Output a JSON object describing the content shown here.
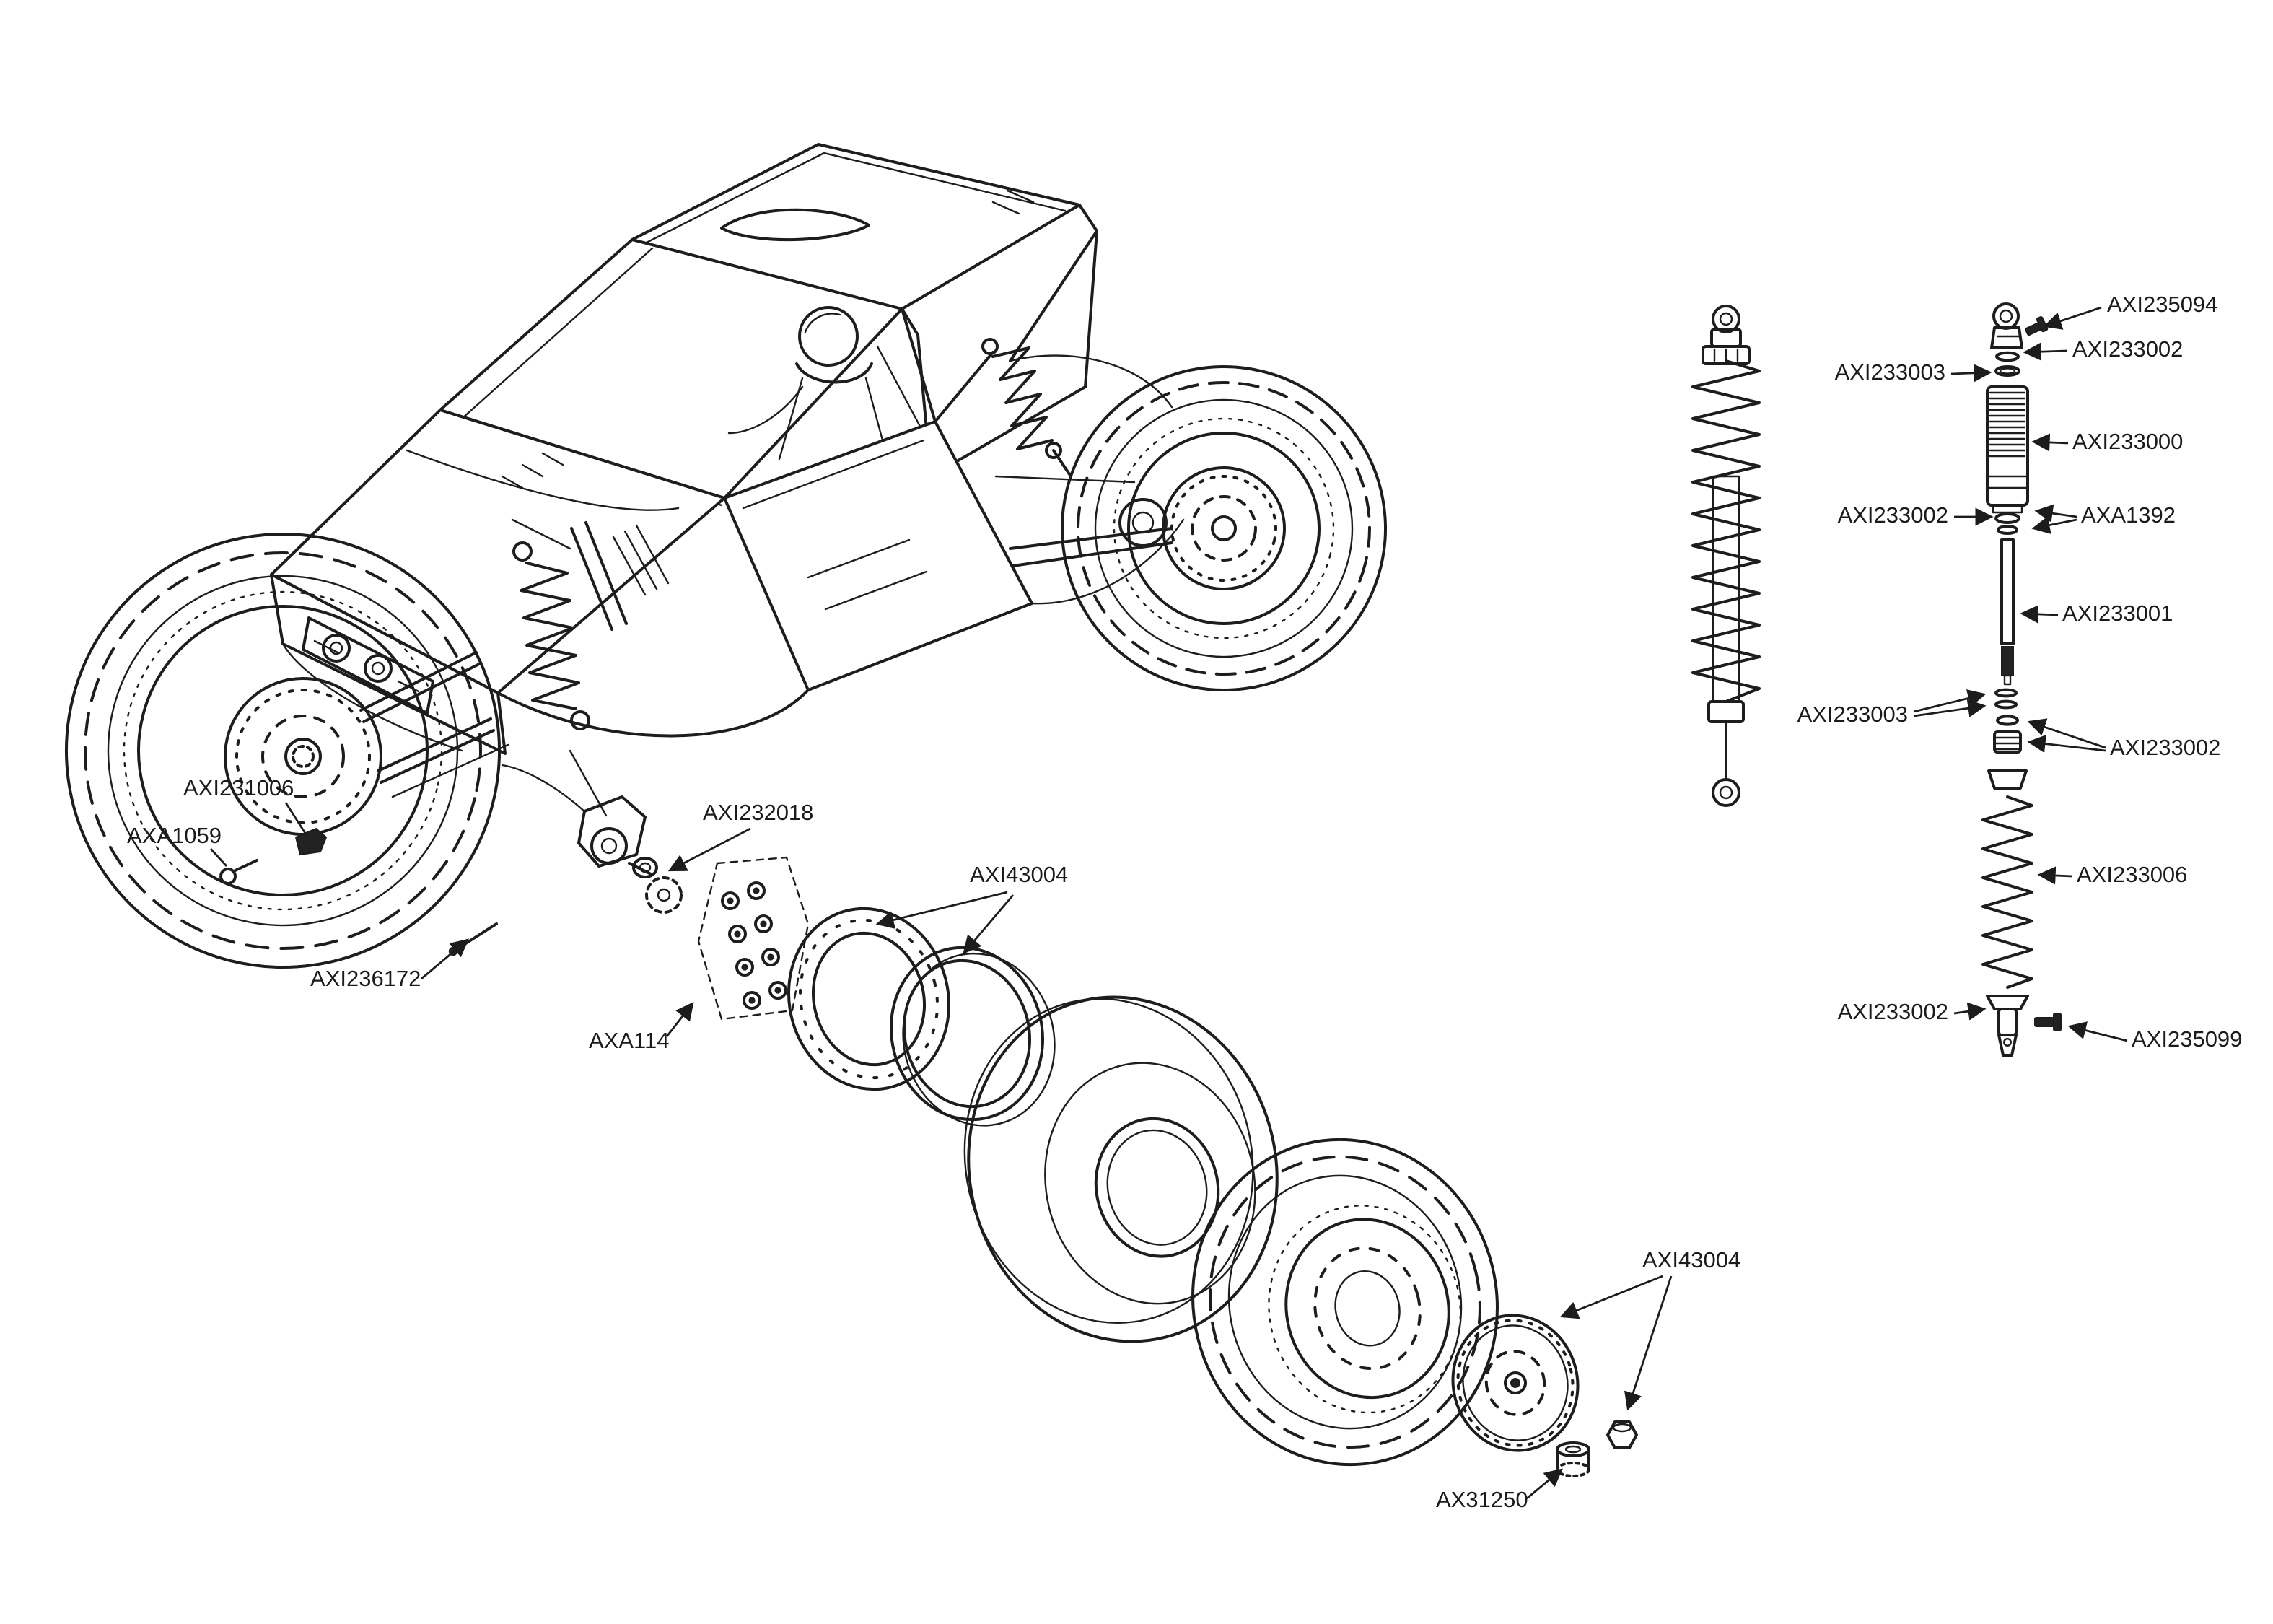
{
  "diagram": {
    "kind": "exploded-parts-diagram",
    "subject": "RC rock racer buggy with exploded wheel assembly and shock absorber assembly",
    "line_color": "#1d1d1d",
    "background": "#ffffff",
    "callouts": {
      "axi231006": "AXI231006",
      "axa1059": "AXA1059",
      "axi236172": "AXI236172",
      "axi232018": "AXI232018",
      "axa114": "AXA114",
      "axi43004_front": "AXI43004",
      "axi43004_rear": "AXI43004",
      "ax31250": "AX31250",
      "axi235094": "AXI235094",
      "axi233002_cap": "AXI233002",
      "axi233003_cap": "AXI233003",
      "axi233000": "AXI233000",
      "axi233002_body": "AXI233002",
      "axa1392": "AXA1392",
      "axi233001": "AXI233001",
      "axi233003_piston": "AXI233003",
      "axi233002_piston": "AXI233002",
      "axi233006": "AXI233006",
      "axi233002_rodend": "AXI233002",
      "axi235099": "AXI235099"
    }
  }
}
